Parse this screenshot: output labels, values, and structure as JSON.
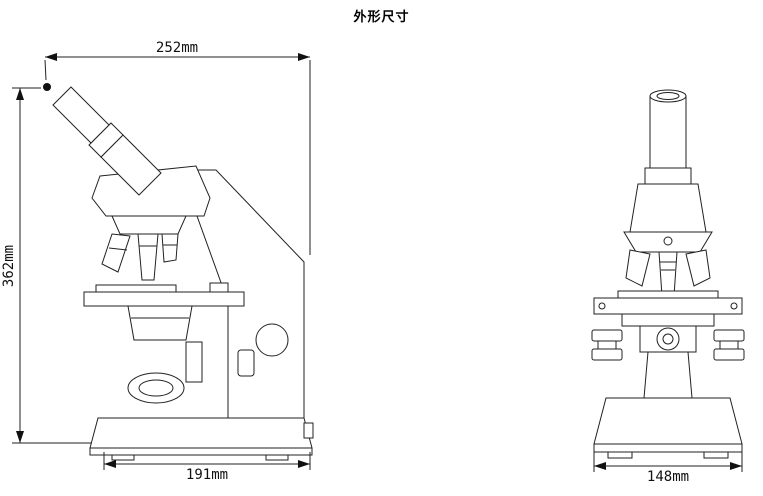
{
  "title": "外形尺寸",
  "dimensions": {
    "side_top_width": "252mm",
    "side_height": "362mm",
    "side_base_width": "191mm",
    "front_base_width": "148mm"
  }
}
